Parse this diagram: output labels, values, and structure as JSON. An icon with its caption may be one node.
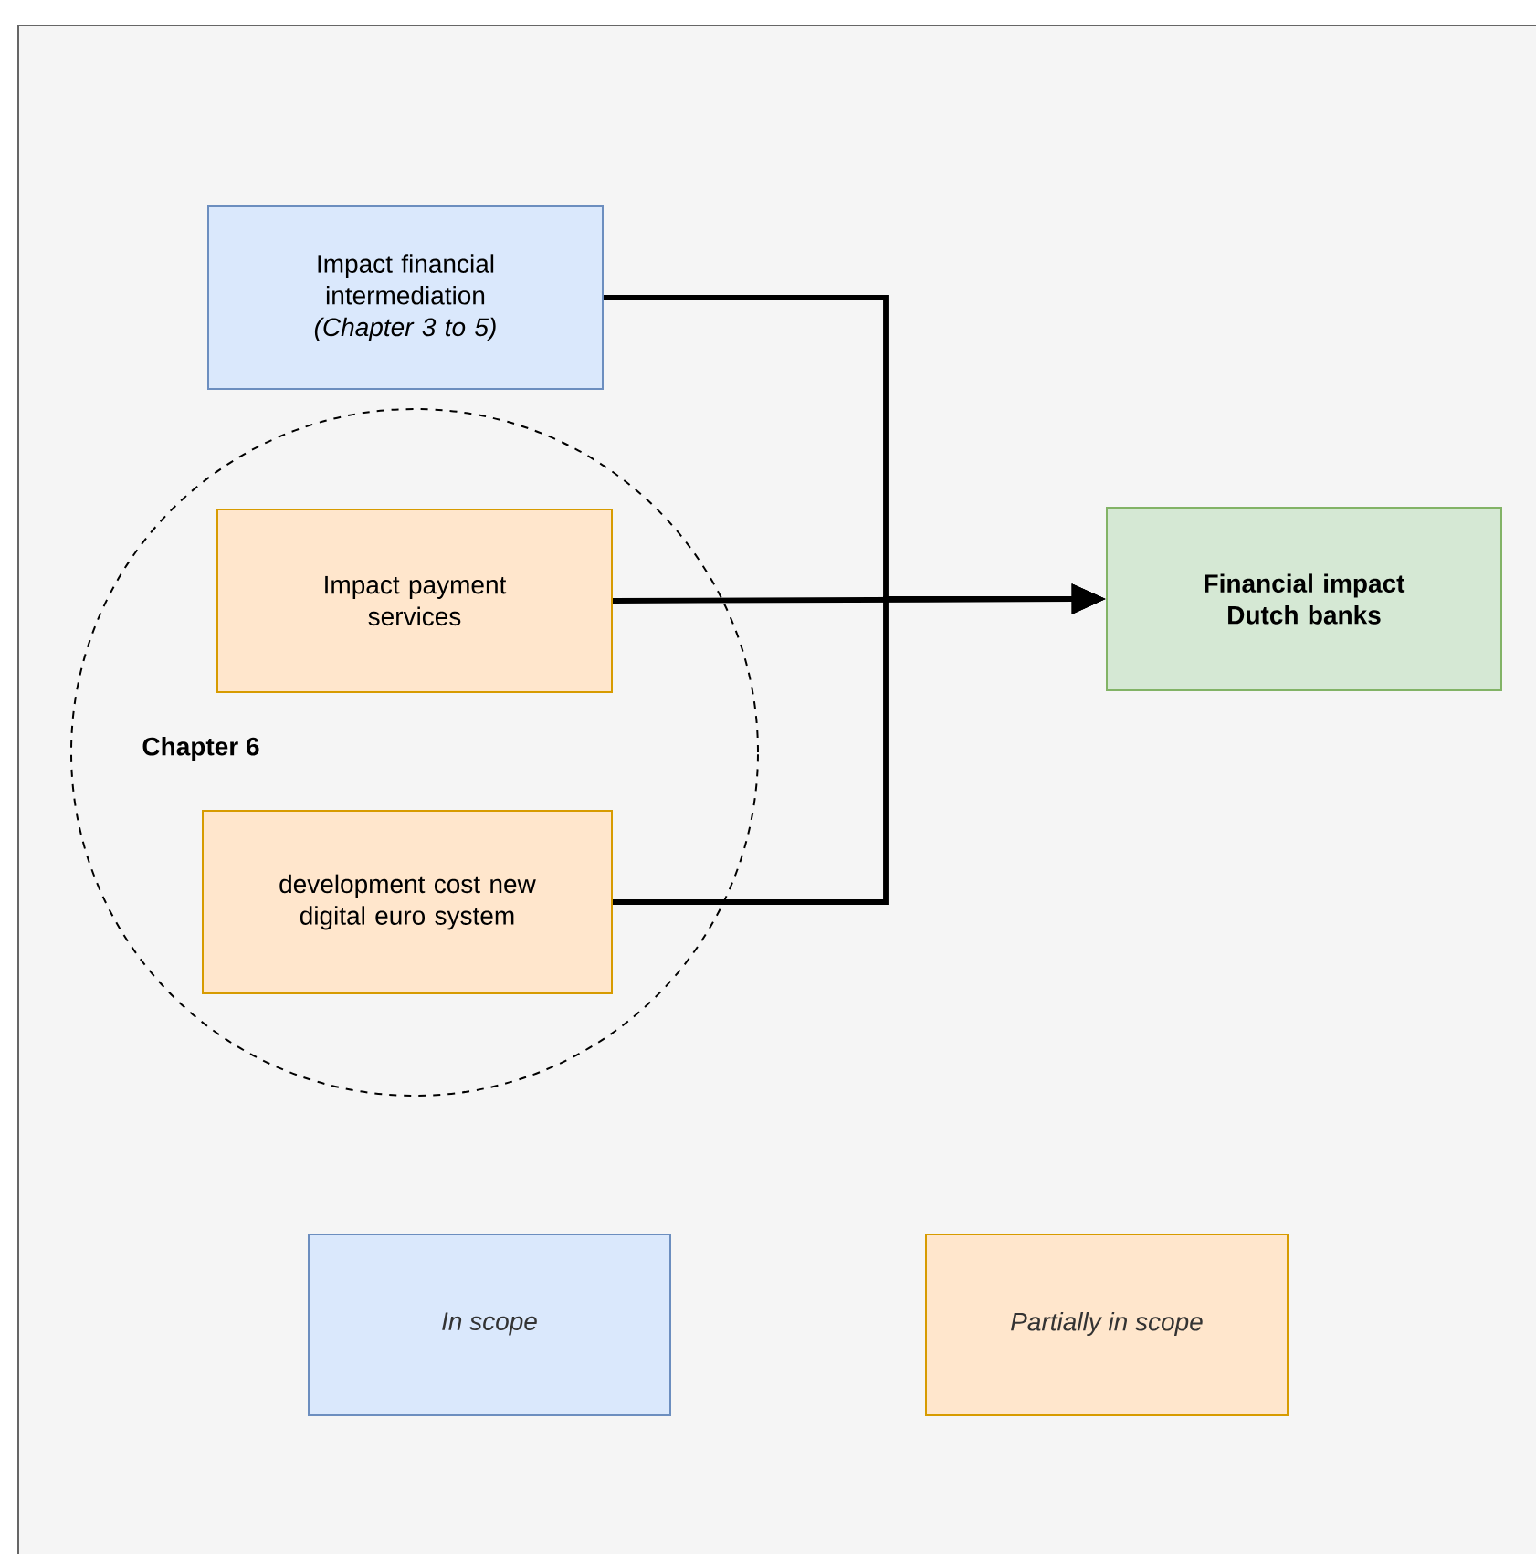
{
  "diagram": {
    "nodes": [
      {
        "text": [
          "Impact financial intermediation",
          "(Chapter 3 to 5)"
        ]
      },
      {
        "text": [
          "Chapter 6"
        ]
      },
      {
        "text": [
          "Impact payment services"
        ],
        "in": 1
      },
      {
        "text": [
          "development cost new digital euro system"
        ],
        "in": 1
      },
      {
        "text": [
          "Financial impact Dutch banks"
        ]
      }
    ],
    "edges": [
      {
        "from": 0,
        "to": 4,
        "arrow": "to"
      },
      {
        "from": 2,
        "to": 4,
        "arrow": "to"
      },
      {
        "from": 3,
        "to": 4,
        "arrow": "to"
      }
    ],
    "legend": [
      {
        "text": "In scope",
        "color": "#dae8fc"
      },
      {
        "text": "Partially in scope",
        "color": "#ffe6cc"
      }
    ]
  }
}
